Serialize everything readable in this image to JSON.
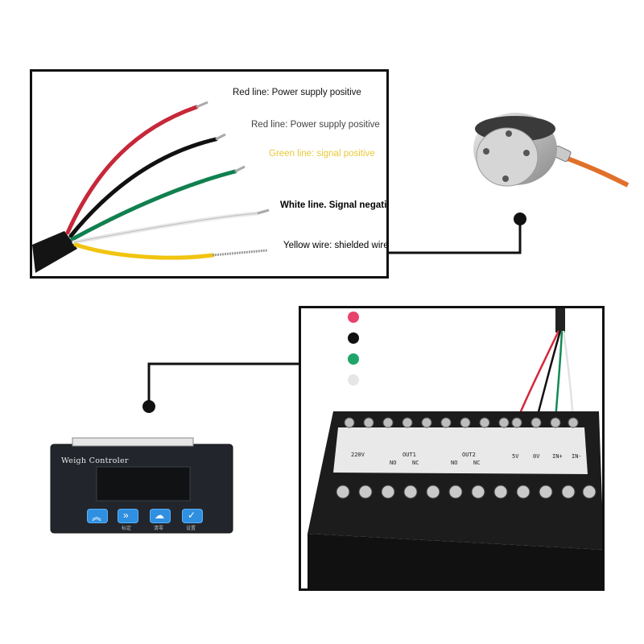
{
  "wire_labels": [
    {
      "text": "Red line: Power supply positive",
      "color": "#e0453f"
    },
    {
      "text": "Red line: Power supply positive",
      "color": "#111111"
    },
    {
      "text": "Green line: signal positive",
      "color": "#1e7a4a"
    },
    {
      "text": "White line. Signal negative",
      "color": "#444444"
    },
    {
      "text": "Yellow wire: shielded wire",
      "color": "#e8c93a"
    }
  ],
  "wire_colors": [
    "#c6283a",
    "#111111",
    "#11804f",
    "#f2f2f2",
    "#f1c40f"
  ],
  "controller": {
    "title": "Weigh Controler",
    "key_labels": [
      "标定",
      "清零",
      "设置"
    ]
  },
  "terminal_labels": {
    "voltage": "220V",
    "out1": "OUT1",
    "out2": "OUT2",
    "no1": "NO",
    "nc1": "NC",
    "no2": "NO",
    "nc2": "NC",
    "v5": "5V",
    "v0": "0V",
    "in_plus": "IN+",
    "in_minus": "IN-"
  },
  "color_key_dots": [
    "#e8416a",
    "#111111",
    "#1fa56a",
    "#e6e6e6"
  ]
}
